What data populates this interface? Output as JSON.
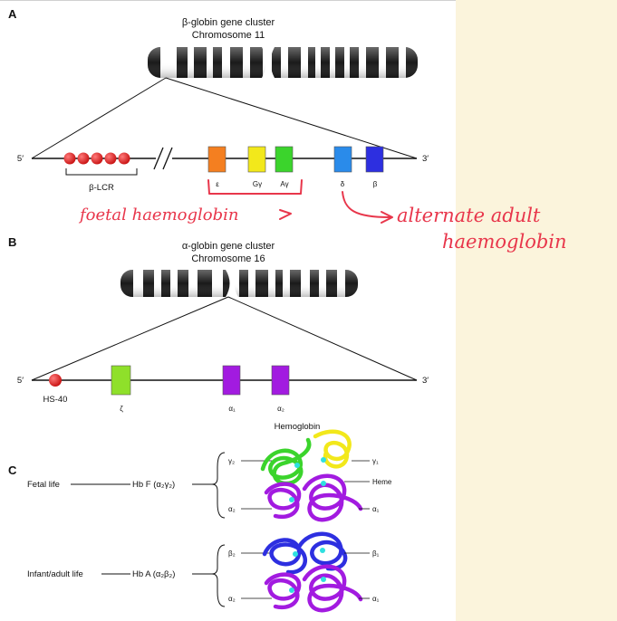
{
  "panel_a": {
    "letter": "A",
    "title_line1": "β-globin gene cluster",
    "title_line2": "Chromosome 11",
    "end5": "5′",
    "end3": "3′",
    "lcr_label": "β-LCR",
    "genes": [
      {
        "label": "ε",
        "color": "#f47f20"
      },
      {
        "label": "Gγ",
        "color": "#f2e81b"
      },
      {
        "label": "Aγ",
        "color": "#3bd42c"
      },
      {
        "label": "δ",
        "color": "#2a8bea"
      },
      {
        "label": "β",
        "color": "#2d2fe0"
      }
    ],
    "annotation_fetal": "foetal haemoglobin",
    "annotation_adult_line1": "alternate adult",
    "annotation_adult_line2": "haemoglobin"
  },
  "panel_b": {
    "letter": "B",
    "title_line1": "α-globin gene cluster",
    "title_line2": "Chromosome 16",
    "end5": "5′",
    "end3": "3′",
    "hs_label": "HS-40",
    "genes": [
      {
        "label": "ζ",
        "color": "#8fe02a"
      },
      {
        "label": "α₁",
        "color": "#a21be0"
      },
      {
        "label": "α₂",
        "color": "#a21be0"
      }
    ]
  },
  "panel_c": {
    "letter": "C",
    "title": "Hemoglobin",
    "rows": [
      {
        "stage": "Fetal life",
        "hb": "Hb F (α₂γ₂)",
        "chain_top_left": "γ₂",
        "chain_bottom_left": "α₂",
        "chain_top_right": "γ₁",
        "chain_mid_right": "Heme",
        "chain_bottom_right": "α₁"
      },
      {
        "stage": "Infant/adult life",
        "hb": "Hb A (α₂β₂)",
        "chain_top_left": "β₂",
        "chain_bottom_left": "α₂",
        "chain_top_right": "β₁",
        "chain_bottom_right": "α₁"
      }
    ]
  },
  "colors": {
    "annotation_red": "#e8364b",
    "lcr_red": "#e01b1b",
    "side_panel": "#fbf4dc",
    "chromosome_black": "#1a1a1a"
  }
}
